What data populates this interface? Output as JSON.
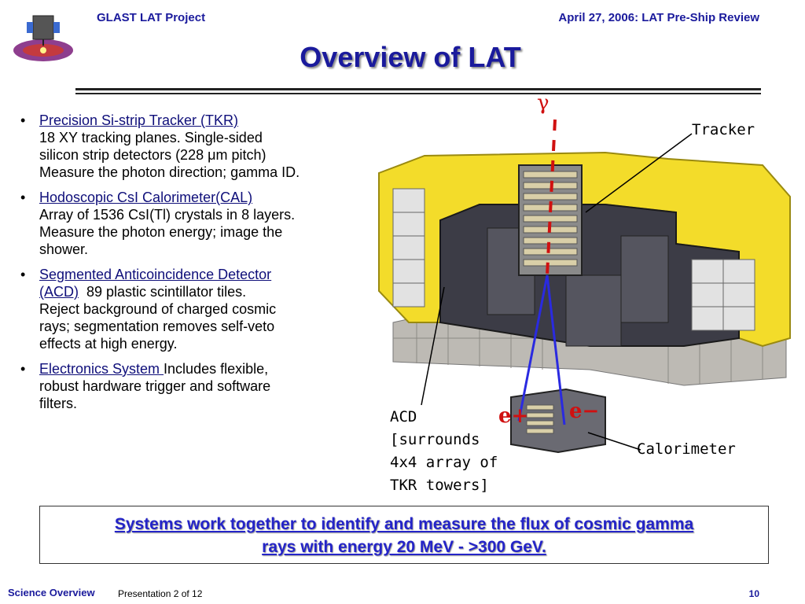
{
  "header": {
    "left": "GLAST LAT Project",
    "right": "April 27, 2006: LAT Pre-Ship Review"
  },
  "title": "Overview of LAT",
  "bullets": [
    {
      "label": "Precision Si-strip Tracker (TKR)",
      "lines": [
        "18 XY tracking planes.  Single-sided",
        "silicon strip detectors (228 μm pitch)",
        "Measure the photon direction; gamma ID."
      ]
    },
    {
      "label": "Hodoscopic CsI Calorimeter(CAL)",
      "lines": [
        "Array of 1536 CsI(Tl) crystals in 8 layers.",
        "Measure the photon energy; image the",
        "shower."
      ]
    },
    {
      "label": "Segmented Anticoincidence Detector",
      "label2": "(ACD)",
      "inline": "89 plastic scintillator tiles.",
      "lines": [
        "Reject background of charged cosmic",
        "rays;  segmentation removes self-veto",
        "effects at high energy."
      ]
    },
    {
      "label": "Electronics System ",
      "inline": "Includes flexible,",
      "lines": [
        "robust hardware trigger and software",
        "filters."
      ]
    }
  ],
  "figure": {
    "gamma": "γ",
    "tracker_label": "Tracker",
    "calorimeter_label": "Calorimeter",
    "acd_label_lines": [
      "ACD",
      "[surrounds",
      "4x4 array of",
      "TKR towers]"
    ],
    "e_plus": "e+",
    "e_minus": "e−"
  },
  "summary": {
    "line1": "Systems work together to identify and measure the flux of cosmic gamma",
    "line2": "rays with energy 20 MeV -  >300 GeV."
  },
  "footer": {
    "left": "Science Overview",
    "middle": "Presentation 2 of 12",
    "page": "10"
  },
  "colors": {
    "header_text": "#1a1a9c",
    "summary_text": "#2424c8",
    "detector_yellow": "#f3dc2a",
    "gamma_red": "#d01010",
    "track_blue": "#2a2ae0"
  }
}
